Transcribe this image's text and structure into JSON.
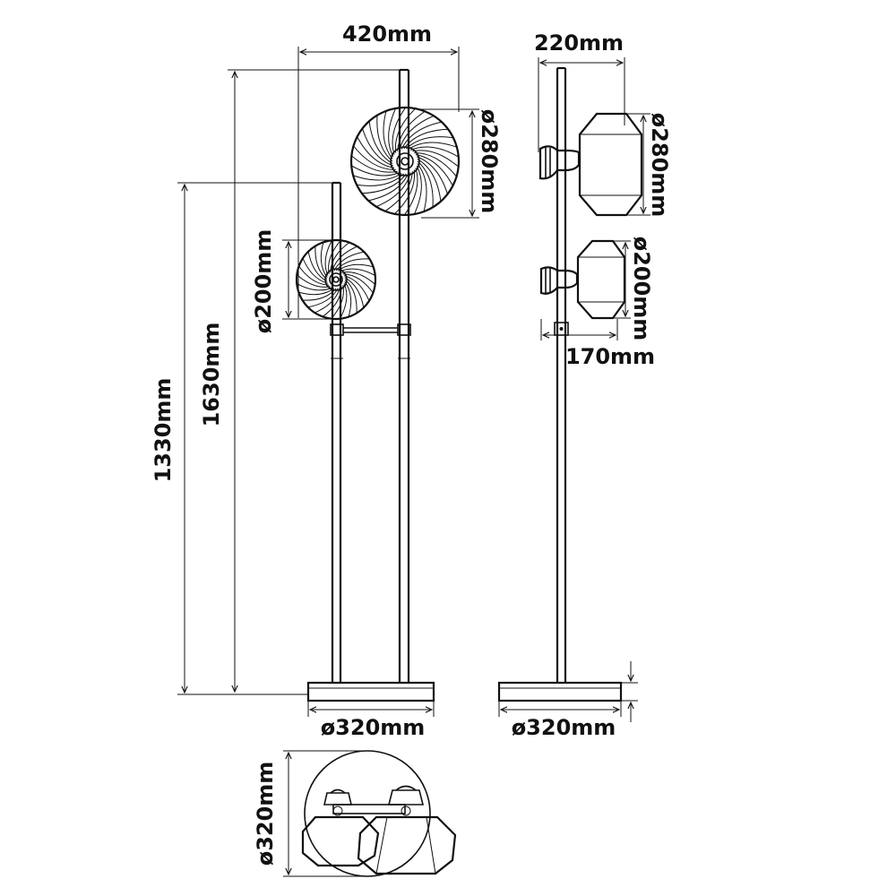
{
  "dimensions": {
    "overall_width": "420mm",
    "side_depth": "220mm",
    "large_shade_front": "ø280mm",
    "large_shade_side": "ø280mm",
    "small_shade_front": "ø200mm",
    "small_shade_side": "ø200mm",
    "arm_offset": "170mm",
    "tall_height": "1630mm",
    "short_height": "1330mm",
    "base_front": "ø320mm",
    "base_side": "ø320mm",
    "base_top": "ø320mm"
  },
  "colors": {
    "line": "#111111",
    "background": "#ffffff"
  }
}
